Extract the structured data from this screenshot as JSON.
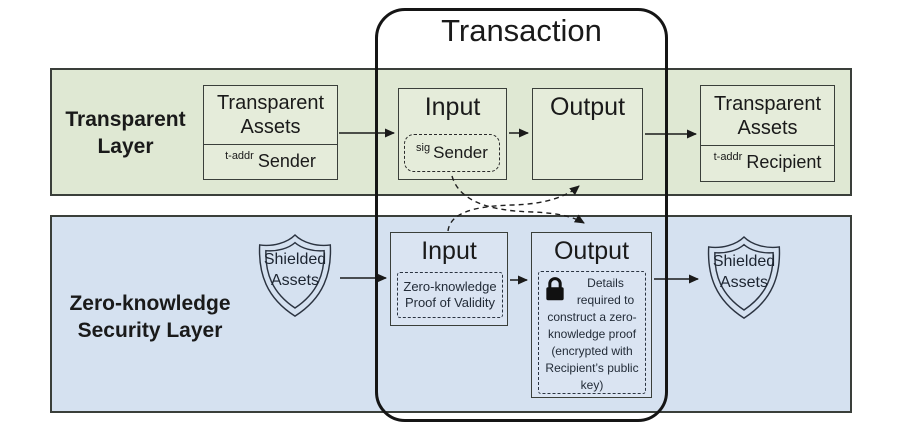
{
  "title": "Transaction",
  "transparent_layer": {
    "label": "Transparent Layer",
    "assets_sender": {
      "title": "Transparent Assets",
      "prefix": "t-addr",
      "name": "Sender"
    },
    "input_label": "Input",
    "sig": {
      "prefix": "sig",
      "name": "Sender"
    },
    "output_label": "Output",
    "assets_recipient": {
      "title": "Transparent Assets",
      "prefix": "t-addr",
      "name": "Recipient"
    }
  },
  "zk_layer": {
    "label": "Zero-knowledge Security Layer",
    "shield_left_label": "Shielded Assets",
    "input_label": "Input",
    "proof_label": "Zero-knowledge Proof of Validity",
    "output_label": "Output",
    "output_details": "Details required to construct a zero-knowledge proof (encrypted with Recipient’s public key)",
    "shield_right_label": "Shielded Assets"
  },
  "icons": {
    "shield": "shield-icon",
    "lock": "lock-icon"
  },
  "colors": {
    "transparent_band": "#dfe8d3",
    "transparent_box": "#e5ecda",
    "zk_band": "#d5e1f0",
    "zk_box": "#dae4f2",
    "border_dark": "#3a3f3a",
    "frame": "#151515",
    "text": "#1a1a1a"
  }
}
